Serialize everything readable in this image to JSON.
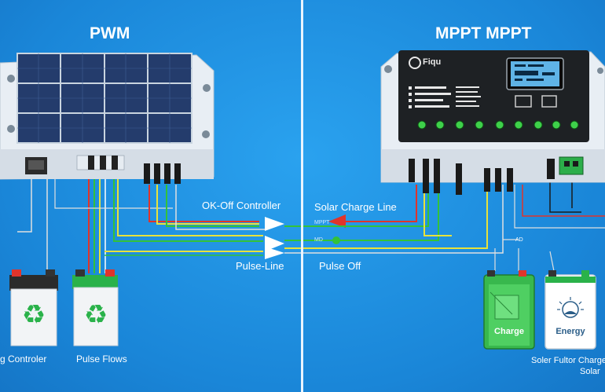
{
  "left": {
    "title": "PWM",
    "caption_1": "g Controler",
    "caption_2": "Pulse Flows"
  },
  "right": {
    "title": "MPPT MPPT",
    "caption_1": "Soler Fultor  Charge",
    "caption_2": "Solar",
    "battery_1": "Charge",
    "battery_2": "Energy",
    "controller_brand": "Fiqu"
  },
  "center": {
    "line_1": "OK-Off Controller",
    "line_2": "Solar Charge Line",
    "line_3": "Pulse-Line",
    "line_4": "Pulse  Off",
    "tag_1": "MPPT",
    "tag_2": "MD",
    "tag_3": "AD"
  },
  "colors": {
    "background": "#1e8fe0",
    "wire_red": "#e0342b",
    "wire_yellow": "#e8e23a",
    "wire_green": "#33c23a",
    "wire_white": "#ffffff"
  }
}
